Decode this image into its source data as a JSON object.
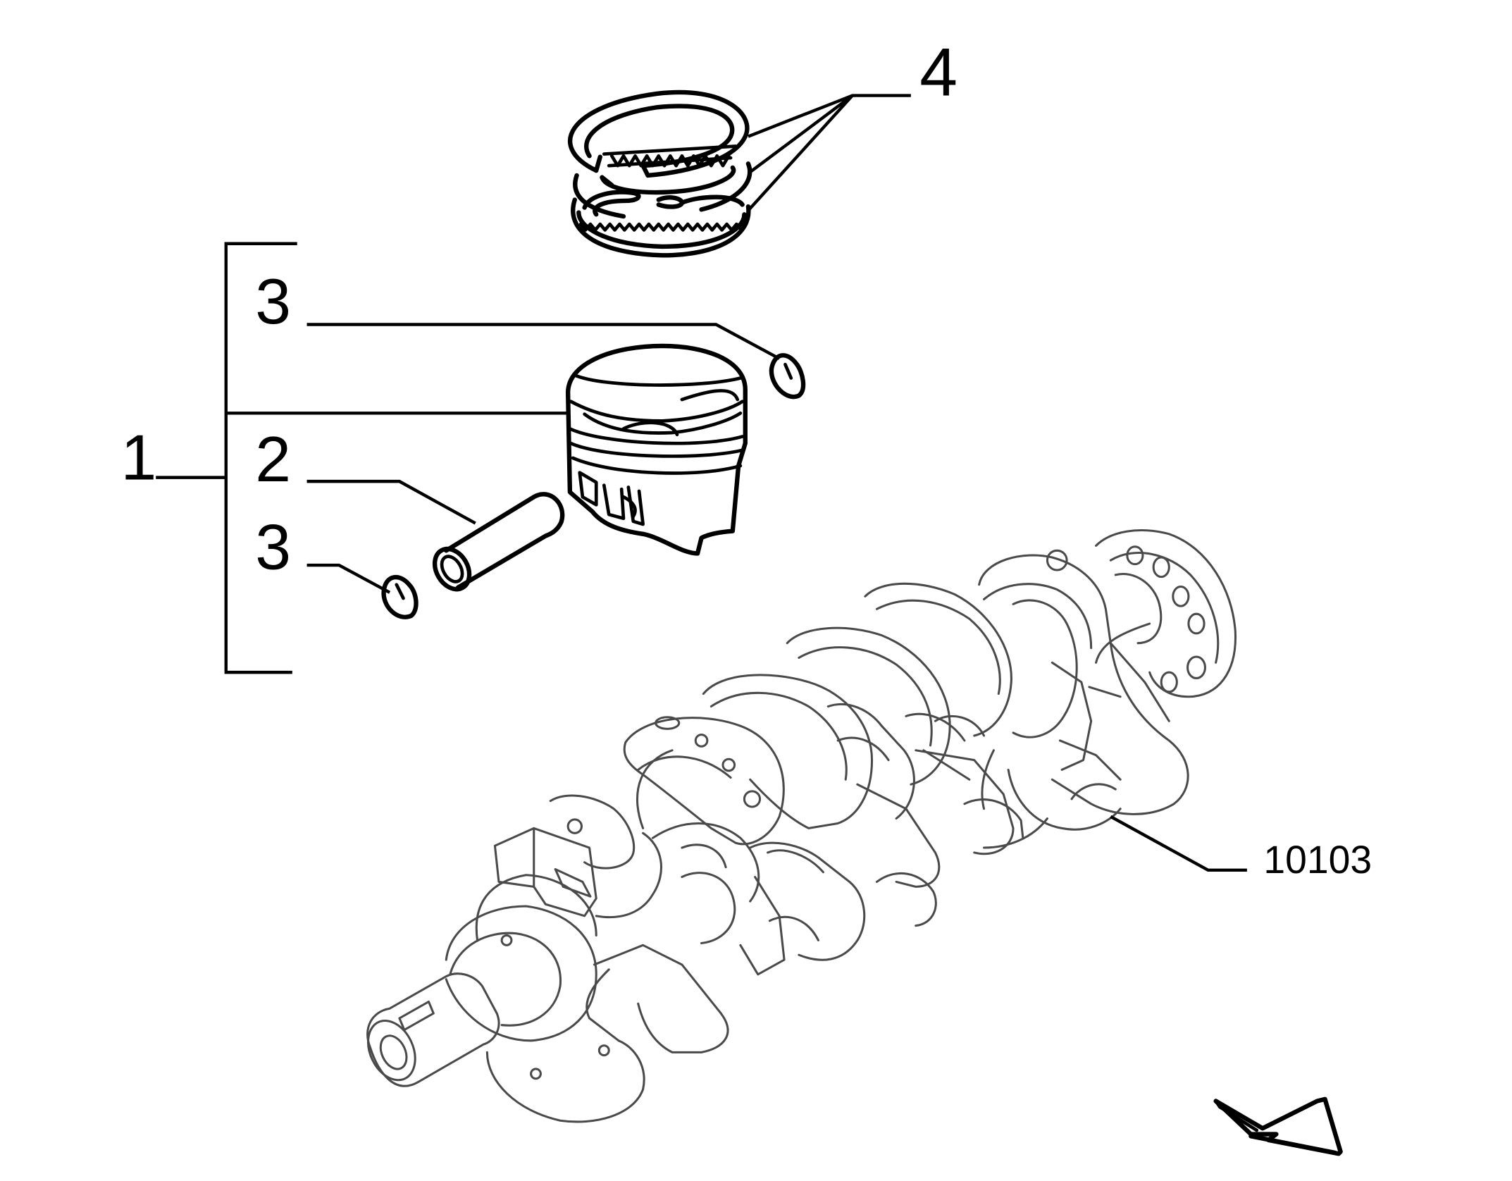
{
  "callouts": {
    "item_1": "1",
    "item_2": "2",
    "item_3_upper": "3",
    "item_3_lower": "3",
    "item_4": "4",
    "item_crankshaft": "10103"
  },
  "colors": {
    "ink": "#000000",
    "light_ink": "#4a4a4a",
    "background": "#ffffff"
  },
  "icons": {
    "orientation_arrow": "orientation-arrow-icon"
  }
}
